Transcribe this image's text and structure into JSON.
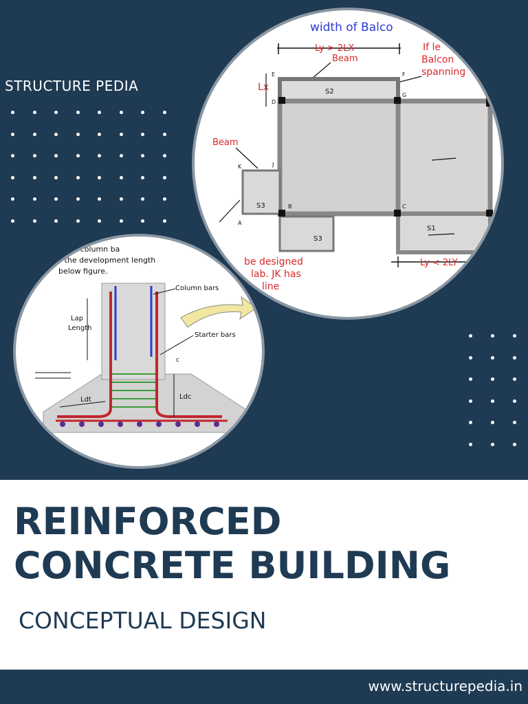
{
  "brand": "STRUCTURE PEDIA",
  "title_line1": "REINFORCED",
  "title_line2": "CONCRETE BUILDING",
  "subtitle": "CONCEPTUAL DESIGN",
  "website": "www.structurepedia.in",
  "colors": {
    "navy": "#1f3a53",
    "white": "#ffffff",
    "red_annotation": "#d8282b",
    "rebar_red": "#c0272d",
    "rebar_blue": "#2d3bd1"
  },
  "slab_diagram": {
    "heading": "width of Balco",
    "dim_top": "Ly > 2LX",
    "beam_top": "Beam",
    "note_right_1": "If le",
    "note_right_2": "Balcon",
    "note_right_3": "spanning",
    "lx": "Lx",
    "beam_left": "Beam",
    "s2": "S2",
    "s3a": "S3",
    "s3b": "S3",
    "s1": "S1",
    "note_bottom_1": "be designed",
    "note_bottom_2": "lab. JK has",
    "note_bottom_3": "line",
    "dim_bottom": "Ly < 2LY",
    "pt_e": "E",
    "pt_d": "D",
    "pt_f": "F",
    "pt_g": "G",
    "pt_k": "K",
    "pt_j": "J",
    "pt_a": "A",
    "pt_b": "B",
    "pt_c": "C"
  },
  "footing_diagram": {
    "text_1": "of the column ba",
    "text_2": "to the development length",
    "text_3": "below figure.",
    "column_bars": "Column bars",
    "lap_length_1": "Lap",
    "lap_length_2": "Length",
    "starter_bars": "Starter bars",
    "ldt": "Ldt",
    "ldc": "Ldc",
    "c_label": "c"
  }
}
